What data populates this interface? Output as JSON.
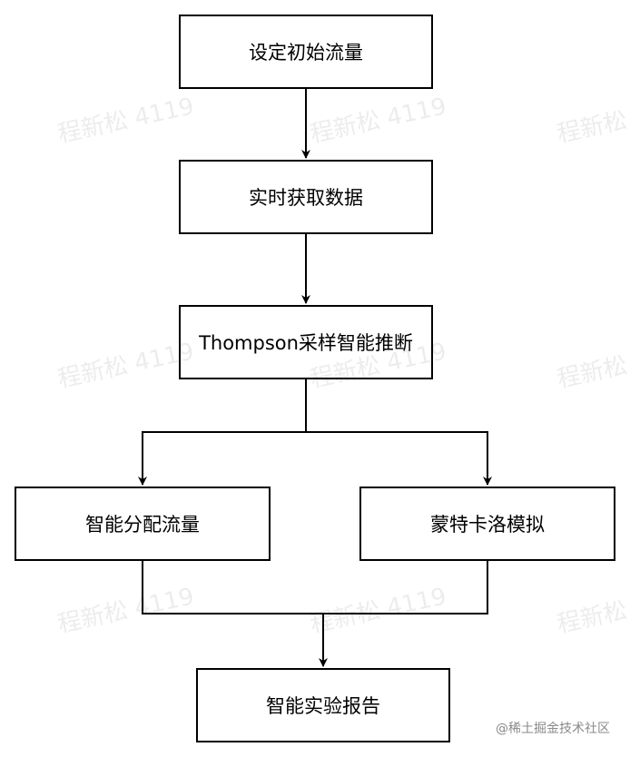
{
  "nodes": {
    "set_initial_traffic": "设定初始流量",
    "fetch_realtime_data": "实时获取数据",
    "thompson_inference": "Thompson采样智能推断",
    "smart_traffic_allocation": "智能分配流量",
    "monte_carlo_simulation": "蒙特卡洛模拟",
    "smart_experiment_report": "智能实验报告"
  },
  "watermark": "程新松 4119",
  "credit": "@稀土掘金技术社区",
  "colors": {
    "stroke": "#000000",
    "background": "#ffffff",
    "credit_text": "#8a8a8a"
  }
}
